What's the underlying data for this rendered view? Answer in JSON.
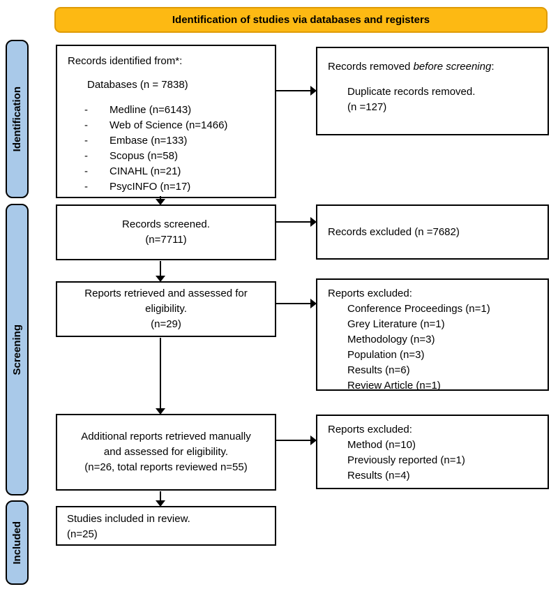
{
  "banner": {
    "title": "Identification of studies via databases and registers",
    "background_color": "#FDB913"
  },
  "sidebar": {
    "stage_color": "#A9C9E9",
    "identification_label": "Identification",
    "screening_label": "Screening",
    "included_label": "Included"
  },
  "main": {
    "records_identified": {
      "title": "Records identified from*:",
      "databases_total": "Databases (n = 7838)",
      "bullet": "-",
      "items": [
        "Medline (n=6143)",
        "Web of Science (n=1466)",
        "Embase (n=133)",
        "Scopus (n=58)",
        "CINAHL (n=21)",
        "PsycINFO (n=17)"
      ]
    },
    "records_screened": {
      "lines": [
        "Records screened.",
        "(n=7711)"
      ]
    },
    "reports_assessed": {
      "lines": [
        "Reports retrieved and assessed for",
        "eligibility.",
        "(n=29)"
      ]
    },
    "additional_reports": {
      "lines": [
        "Additional reports retrieved manually",
        "and assessed for eligibility.",
        "(n=26, total reports reviewed n=55)"
      ]
    },
    "studies_included": {
      "lines": [
        "Studies included in review.",
        "(n=25)"
      ]
    }
  },
  "right": {
    "records_removed": {
      "title_prefix": "Records removed ",
      "title_italic": "before screening",
      "title_suffix": ":",
      "lines": [
        "Duplicate records removed.",
        "(n =127)"
      ]
    },
    "records_excluded": {
      "text": "Records excluded (n =7682)"
    },
    "reports_excluded_eligibility": {
      "title": "Reports excluded:",
      "items": [
        "Conference Proceedings (n=1)",
        "Grey Literature (n=1)",
        "Methodology (n=3)",
        "Population (n=3)",
        "Results (n=6)",
        "Review Article (n=1)"
      ]
    },
    "reports_excluded_manual": {
      "title": "Reports excluded:",
      "items": [
        "Method (n=10)",
        "Previously reported (n=1)",
        "Results (n=4)"
      ]
    }
  }
}
